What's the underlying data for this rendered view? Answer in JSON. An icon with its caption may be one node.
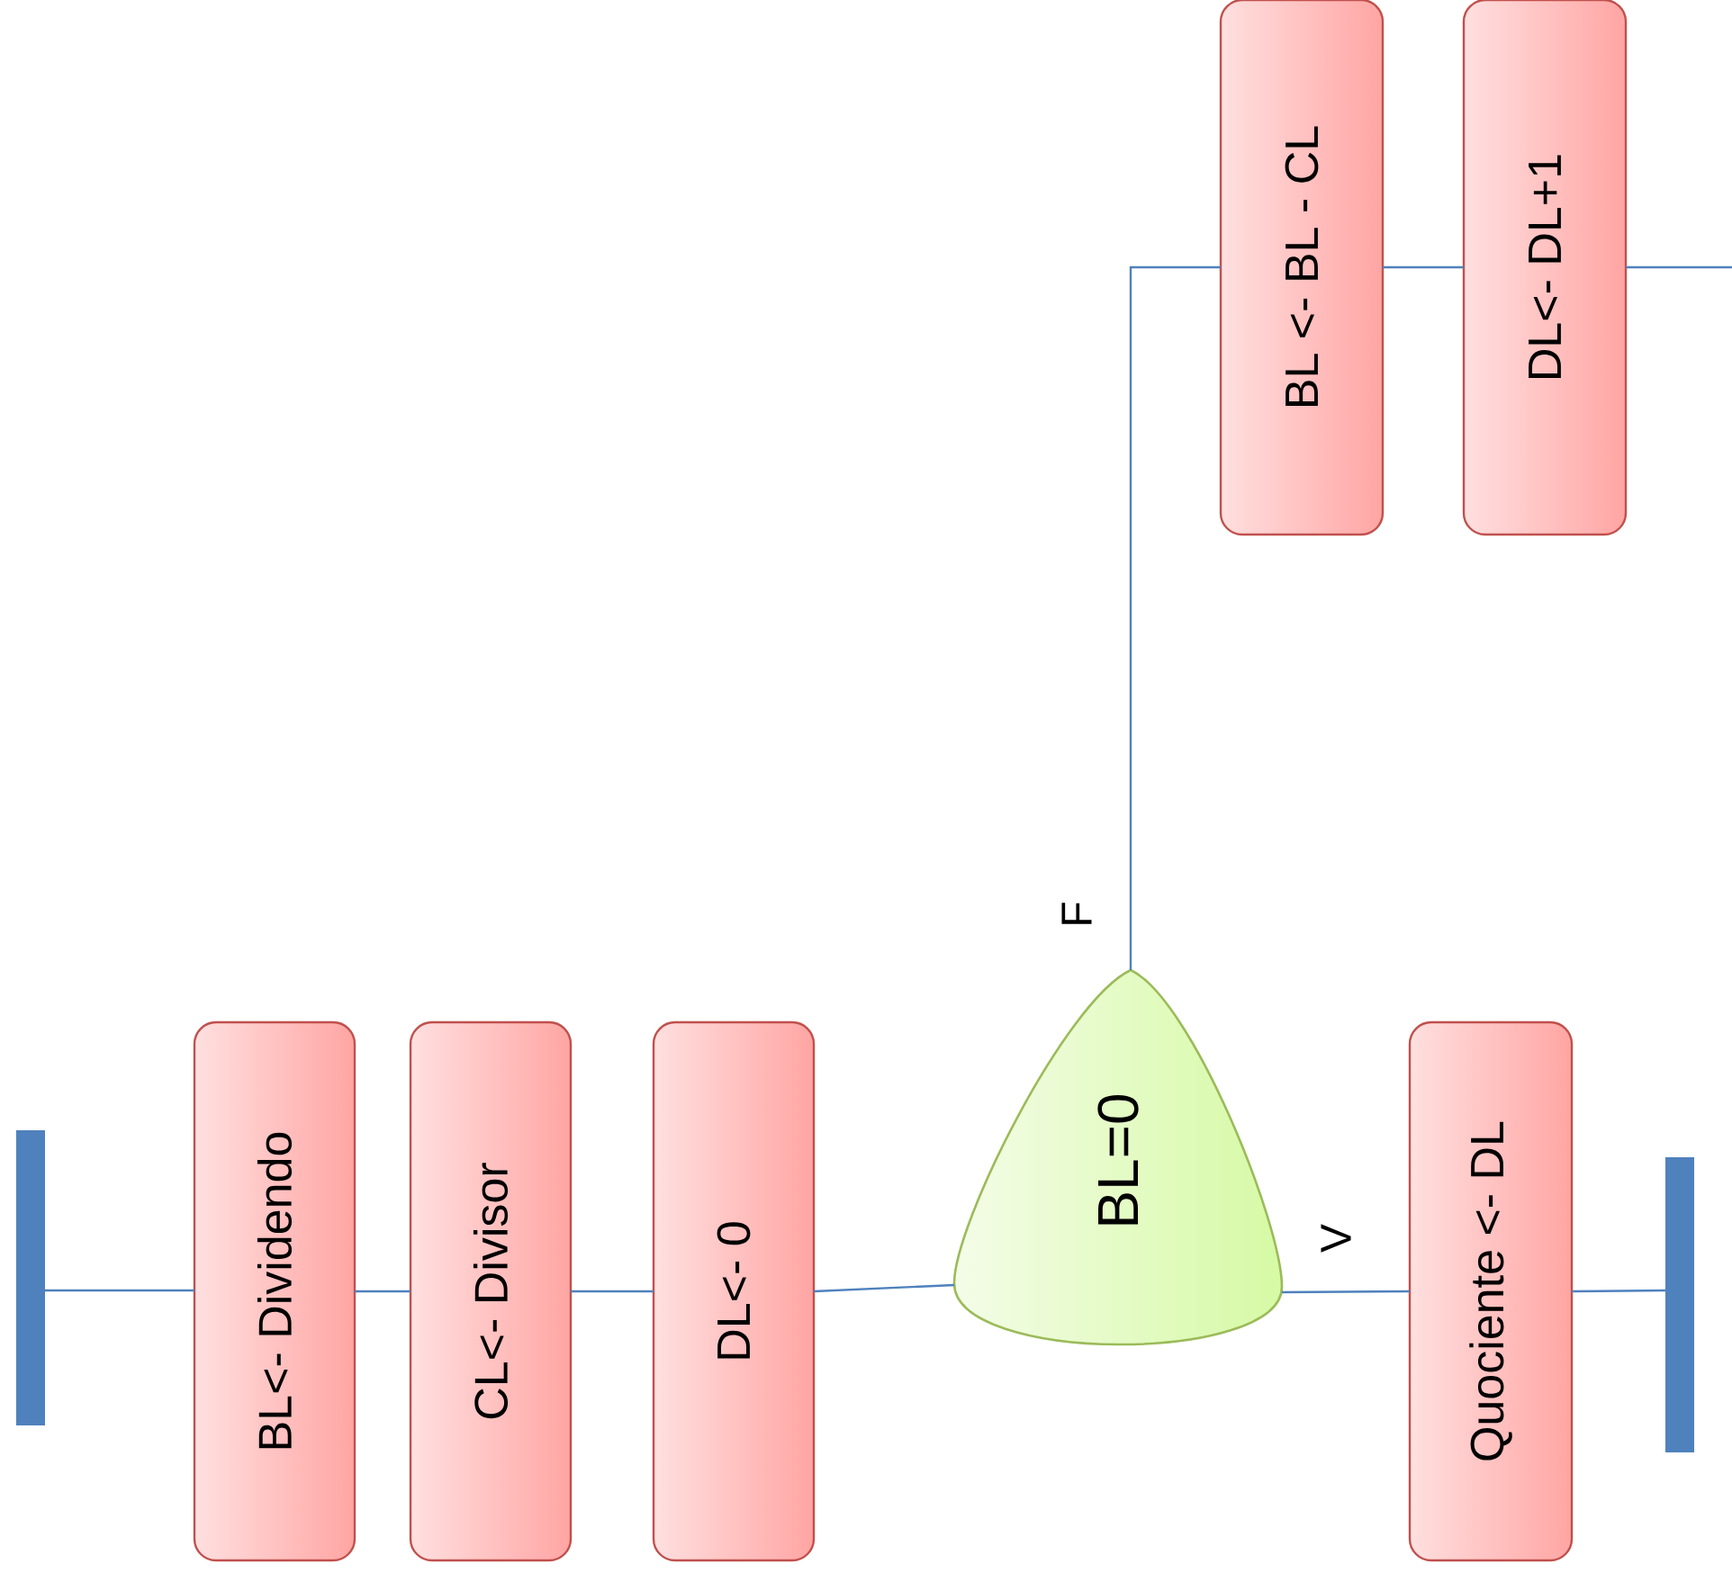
{
  "diagram": {
    "nodes": [
      {
        "text": [],
        "shape": "bar"
      },
      {
        "text": [
          "BL<- Dividendo"
        ]
      },
      {
        "text": [
          "CL<- Divisor"
        ]
      },
      {
        "text": [
          "DL<- 0"
        ]
      },
      {
        "text": [
          "BL=0"
        ]
      },
      {
        "text": [
          "BL <- BL - CL"
        ]
      },
      {
        "text": [
          "DL<- DL+1"
        ]
      },
      {
        "text": [
          "Quociente <- DL"
        ]
      },
      {
        "text": [],
        "shape": "bar"
      }
    ],
    "edges": [
      {
        "from": 0,
        "to": 1,
        "arrow": "none"
      },
      {
        "from": 1,
        "to": 2,
        "arrow": "none"
      },
      {
        "from": 2,
        "to": 3,
        "arrow": "none"
      },
      {
        "from": 3,
        "to": 4,
        "arrow": "none"
      },
      {
        "from": 4,
        "to": 5,
        "arrow": "none",
        "label": "F"
      },
      {
        "from": 5,
        "to": 6,
        "arrow": "none"
      },
      {
        "from": 6,
        "to": null,
        "arrow": "none"
      },
      {
        "from": 4,
        "to": 7,
        "arrow": "none",
        "label": "V"
      },
      {
        "from": 7,
        "to": 8,
        "arrow": "none"
      }
    ]
  }
}
